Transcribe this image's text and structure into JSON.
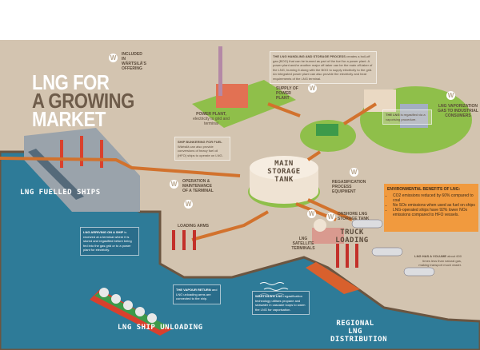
{
  "title": {
    "line1": "LNG FOR",
    "line2": "A GROWING",
    "line3": "MARKET"
  },
  "legend": {
    "icon": "W",
    "text": "Included in Wärtsilä's offering"
  },
  "colors": {
    "land": "#d3c4b0",
    "sea": "#2e7b98",
    "arrow": "#d2722d",
    "env_box": "#f19a3e",
    "grass": "#8fbf4a"
  },
  "labels": {
    "power_plant_title": "Power plant,",
    "power_plant_sub": "electricity to grid and terminal",
    "supply_power_plant": "Supply of power plant",
    "lng_vaporization": "LNG vaporization gas to industrial consumers",
    "main_tank": "MAIN STORAGE TANK",
    "regas": "Regasification process equipment",
    "onshore_tank": "Onshore LNG storage tank",
    "truck_loading": "TRUCK LOADING",
    "operation": "Operation & maintenance of a terminal",
    "loading_arms": "Loading arms",
    "satellite": "LNG satellite terminals",
    "fuelled_ships": "LNG FUELLED SHIPS",
    "ship_unloading": "LNG SHIP UNLOADING",
    "regional": "REGIONAL LNG DISTRIBUTION"
  },
  "boxes": {
    "handling": {
      "bold": "The LNG handling and storage process",
      "text": " creates a boil-off gas (BOG) that can be burned as part of the fuel for a power plant. A power plant and/or another major off-taker can be the main off-taker of the LNG, burning it along with the BOG to supply electricity to the grid. An integrated power plant can also provide the electricity and heat requirements of the LNG terminal."
    },
    "regasified": {
      "bold": "The LNG",
      "text": " is regasified via a vaporising procedure."
    },
    "bunkering": {
      "bold": "Ship bunkering for fuel",
      "text": " Wärtsilä can also provide conversions of heavy fuel oil (HFO) ships to operate on LNG."
    },
    "arriving": {
      "bold": "LNG arriving on a ship",
      "text": " is received at a terminal where it is stored and regasified before being fed into the gas grid or to a power plant for electricity."
    },
    "vapour": {
      "bold": "The vapour return",
      "text": " and LNG unloading arms are connected to the ship."
    },
    "regas_tech": {
      "bold": "Wärtsilä's LNG",
      "text": " regasification technology utilises propane and seawater in cascade loops to warm the LNG for vaporisation."
    },
    "volume": {
      "bold": "LNG has a volume",
      "text": " about 600 times less than natural gas, making transport much easier."
    }
  },
  "env": {
    "title": "ENVIRONMENTAL BENEFITS OF LNG:",
    "items": [
      "CO2 emissions reduced by 60% compared to coal",
      "No SOx emissions when used as fuel on ships",
      "LNG-operated ships have 92% lower NOx emissions compared to HFO vessels."
    ]
  }
}
